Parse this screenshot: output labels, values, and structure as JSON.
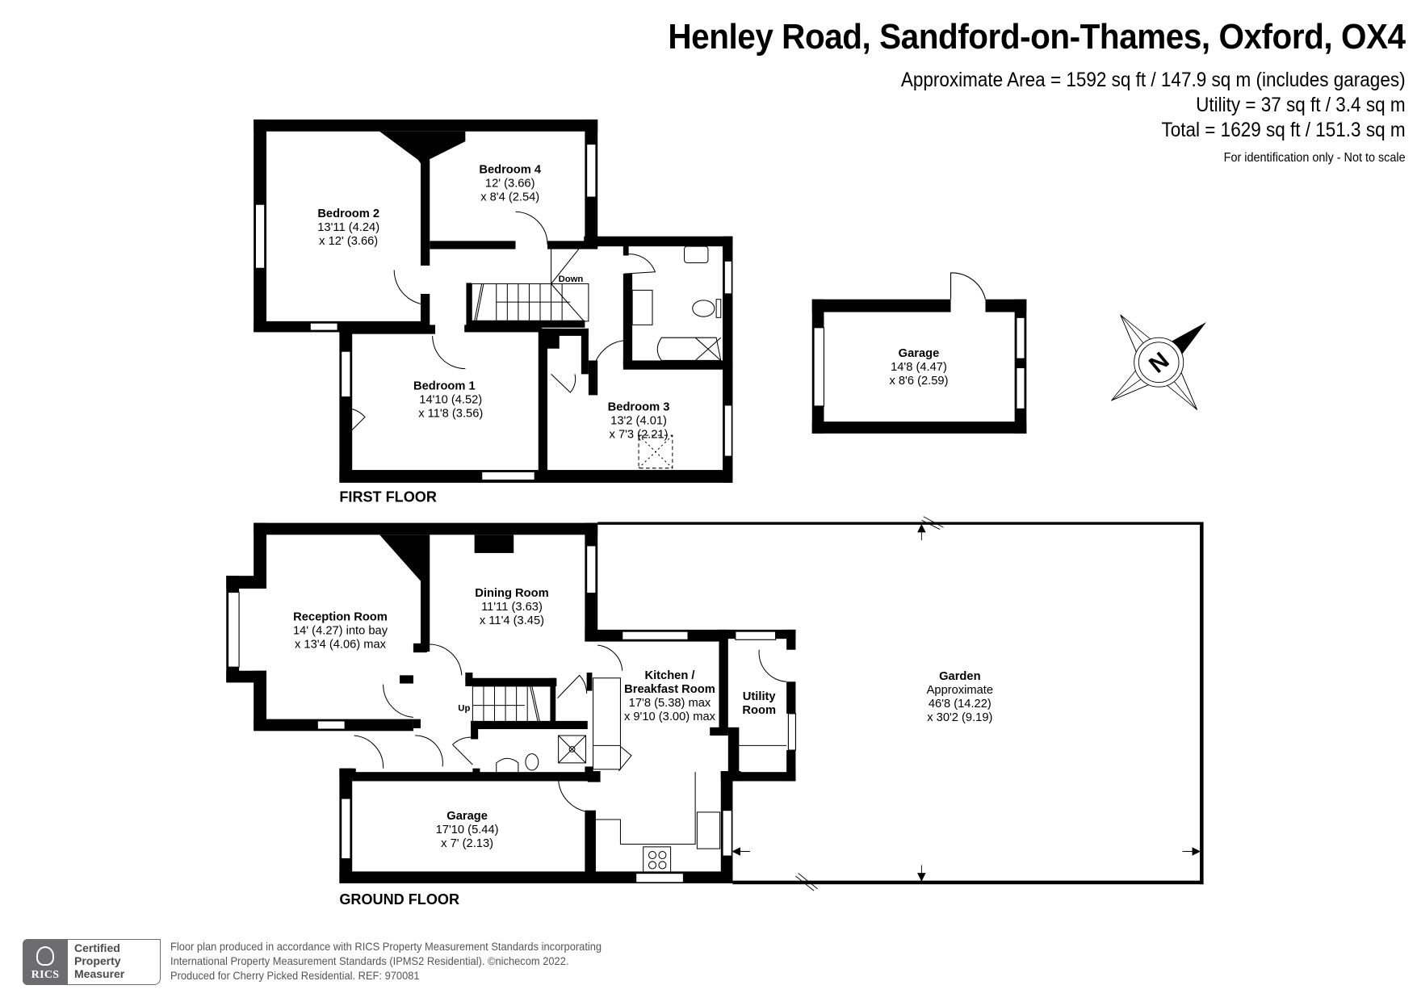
{
  "header": {
    "title": "Henley Road, Sandford-on-Thames, Oxford, OX4",
    "approximate_area": "Approximate Area = 1592 sq ft / 147.9 sq m (includes garages)",
    "utility_area": "Utility = 37 sq ft / 3.4 sq m",
    "total_area": "Total = 1629 sq ft / 151.3 sq m",
    "disclaimer": "For identification only - Not to scale"
  },
  "first_floor": {
    "label": "FIRST FLOOR",
    "stair_label": "Down",
    "rooms": [
      {
        "name": "Bedroom 2",
        "dim1": "13'11 (4.24)",
        "dim2": "x 12' (3.66)"
      },
      {
        "name": "Bedroom 4",
        "dim1": "12' (3.66)",
        "dim2": "x 8'4 (2.54)"
      },
      {
        "name": "Bedroom 1",
        "dim1": "14'10 (4.52)",
        "dim2": "x 11'8 (3.56)"
      },
      {
        "name": "Bedroom 3",
        "dim1": "13'2 (4.01)",
        "dim2": "x 7'3 (2.21)"
      }
    ]
  },
  "outbuilding": {
    "name": "Garage",
    "dim1": "14'8 (4.47)",
    "dim2": "x 8'6 (2.59)"
  },
  "compass": {
    "letter": "N"
  },
  "ground_floor": {
    "label": "GROUND FLOOR",
    "stair_label": "Up",
    "rooms": [
      {
        "name": "Reception Room",
        "dim1": "14' (4.27) into bay",
        "dim2": "x 13'4 (4.06) max"
      },
      {
        "name": "Dining Room",
        "dim1": "11'11 (3.63)",
        "dim2": "x 11'4 (3.45)"
      },
      {
        "name_line1": "Kitchen /",
        "name_line2": "Breakfast Room",
        "dim1": "17'8 (5.38) max",
        "dim2": "x 9'10 (3.00) max"
      },
      {
        "name_line1": "Utility",
        "name_line2": "Room"
      },
      {
        "name": "Garage",
        "dim1": "17'10 (5.44)",
        "dim2": "x 7' (2.13)"
      }
    ],
    "garden": {
      "name": "Garden",
      "note": "Approximate",
      "dim1": "46'8 (14.22)",
      "dim2": "x 30'2 (9.19)"
    }
  },
  "footer": {
    "rics_text": "RICS",
    "cert_line1": "Certified",
    "cert_line2": "Property",
    "cert_line3": "Measurer",
    "line1": "Floor plan produced in accordance with RICS Property Measurement Standards incorporating",
    "line2": "International Property Measurement Standards (IPMS2 Residential).   ©nichecom 2022.",
    "line3": "Produced for Cherry Picked Residential.   REF:  970081"
  },
  "colors": {
    "wall": "#000000",
    "background": "#ffffff",
    "rics_grey": "#6d6d6f",
    "footer_text": "#555555"
  }
}
